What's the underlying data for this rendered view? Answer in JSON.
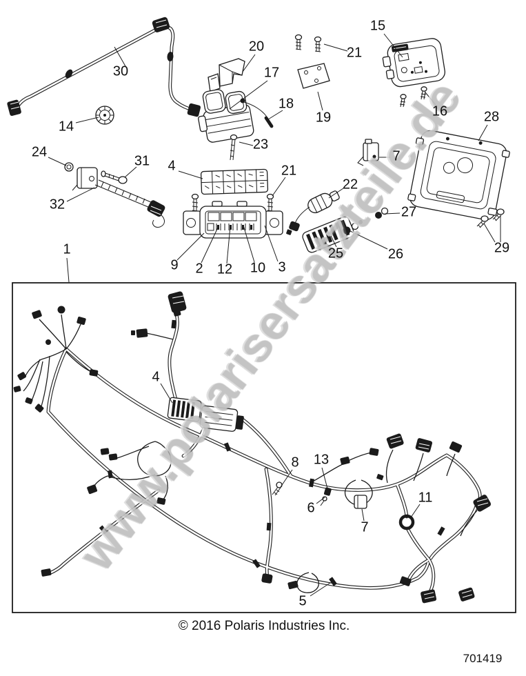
{
  "watermark": {
    "text": "www.polarisersatzteile.de",
    "color": "#c3c3c3"
  },
  "footer": {
    "copyright": "© 2016 Polaris Industries Inc.",
    "part_number": "701419"
  },
  "diagram": {
    "description": "Polaris wiring harness exploded parts diagram",
    "callouts": {
      "c1": "1",
      "c2": "2",
      "c3": "3",
      "c4a": "4",
      "c4b": "4",
      "c5": "5",
      "c6": "6",
      "c7a": "7",
      "c7b": "7",
      "c8": "8",
      "c9": "9",
      "c10": "10",
      "c11": "11",
      "c12": "12",
      "c13": "13",
      "c14": "14",
      "c15": "15",
      "c16": "16",
      "c17": "17",
      "c18": "18",
      "c19": "19",
      "c20": "20",
      "c21a": "21",
      "c21b": "21",
      "c22": "22",
      "c23": "23",
      "c24": "24",
      "c25": "25",
      "c26": "26",
      "c27": "27",
      "c28": "28",
      "c29": "29",
      "c30": "30",
      "c31": "31",
      "c32": "32"
    }
  }
}
